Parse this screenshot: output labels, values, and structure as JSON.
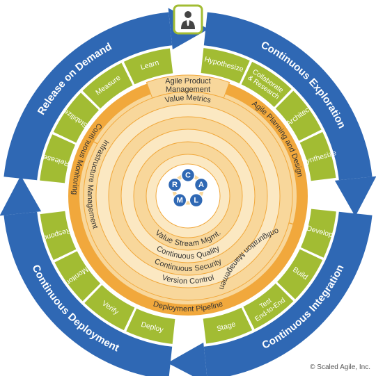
{
  "colors": {
    "blue": "#2f68b4",
    "green": "#a2bc33",
    "orange": "#f1a83c",
    "light_orange": "#f8d79b",
    "cream": "#fbe8c2",
    "white": "#ffffff",
    "dark_text": "#333333"
  },
  "center_icon": "person-icon",
  "outer_arcs": [
    {
      "label": "Continuous Exploration"
    },
    {
      "label": "Continuous Integration"
    },
    {
      "label": "Continuous Deployment"
    },
    {
      "label": "Release on Demand"
    }
  ],
  "activities": {
    "exploration": [
      "Hypothesize",
      "Collaborate & Research",
      "Architect",
      "Synthesize"
    ],
    "integration": [
      "Develop",
      "Build",
      "Test End-to-End",
      "Stage"
    ],
    "deployment": [
      "Deploy",
      "Verify",
      "Monitor",
      "Respond"
    ],
    "release": [
      "Release",
      "Stabilize",
      "Measure",
      "Learn"
    ]
  },
  "tools": {
    "agile_pm": "Agile Product Management",
    "value_metrics": "Value Metrics",
    "agile_planning": "Agile Planning and Design",
    "infra_mgmt": "Infrastructure Management",
    "cont_monitoring": "Continuous Monitoring",
    "config_mgmt": "Configuration Management",
    "deploy_pipeline": "Deployment Pipeline",
    "version_control": "Version Control",
    "cont_security": "Continuous Security",
    "cont_quality": "Continuous Quality",
    "vsm": "Value Stream Mgmt."
  },
  "calms": [
    "C",
    "A",
    "L",
    "M",
    "R"
  ],
  "copyright": "© Scaled Agile, Inc."
}
